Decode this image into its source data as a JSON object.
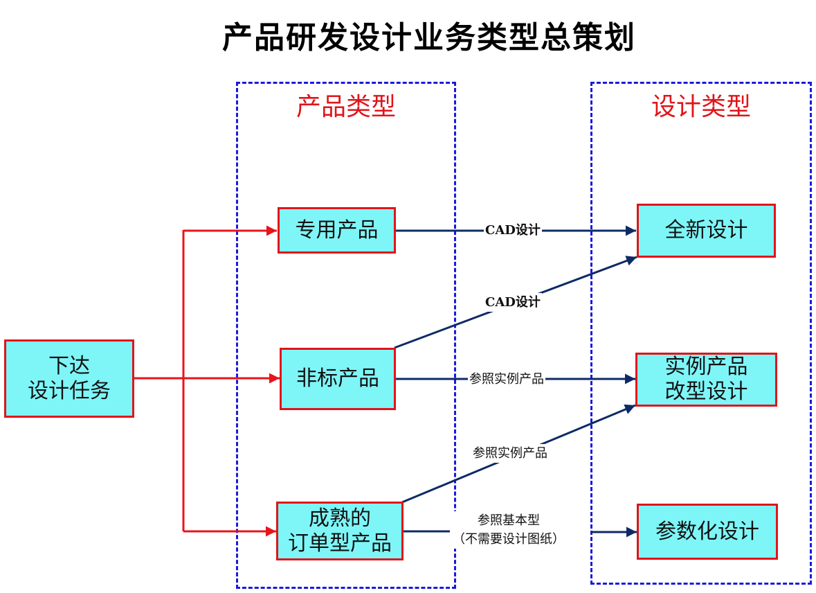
{
  "title": "产品研发设计业务类型总策划",
  "colors": {
    "node_fill": "#7ef6f8",
    "node_border": "#e0141a",
    "group_border": "#1a1adb",
    "group_label": "#e0141a",
    "red_arrow": "#e8141a",
    "navy_arrow": "#0d2a66"
  },
  "groups": {
    "product_types": {
      "label": "产品类型"
    },
    "design_types": {
      "label": "设计类型"
    }
  },
  "nodes": {
    "issue_task": "下达\n设计任务",
    "dedicated_product": "专用产品",
    "nonstandard_product": "非标产品",
    "mature_order_product": "成熟的\n订单型产品",
    "new_design": "全新设计",
    "instance_modification": "实例产品\n改型设计",
    "parametric_design": "参数化设计"
  },
  "edges": [
    {
      "from": "issue_task",
      "to": "dedicated_product",
      "label": ""
    },
    {
      "from": "issue_task",
      "to": "nonstandard_product",
      "label": ""
    },
    {
      "from": "issue_task",
      "to": "mature_order_product",
      "label": ""
    },
    {
      "from": "dedicated_product",
      "to": "new_design",
      "label": "CAD设计"
    },
    {
      "from": "nonstandard_product",
      "to": "new_design",
      "label": "CAD设计"
    },
    {
      "from": "nonstandard_product",
      "to": "instance_modification",
      "label": "参照实例产品"
    },
    {
      "from": "mature_order_product",
      "to": "instance_modification",
      "label": "参照实例产品"
    },
    {
      "from": "mature_order_product",
      "to": "parametric_design",
      "label": "参照基本型\n（不需要设计图纸）"
    }
  ]
}
